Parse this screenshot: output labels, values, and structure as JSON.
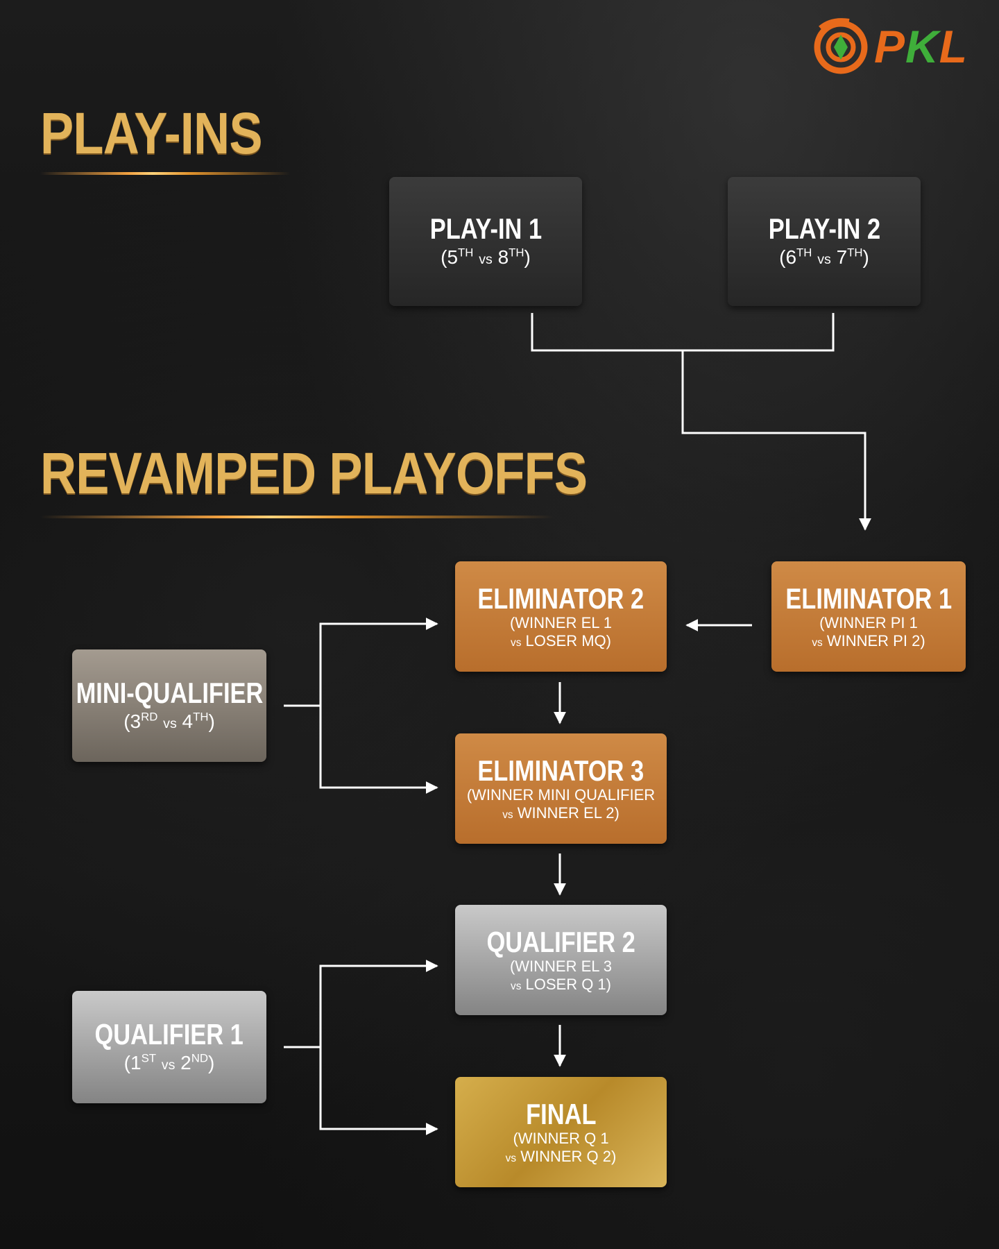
{
  "logo": {
    "prefix": "P",
    "middle": "K",
    "suffix": "L",
    "icon": "kabaddi-swirl-icon",
    "colors": {
      "orange": "#e86a1b",
      "green": "#3fae3a"
    }
  },
  "headings": {
    "playins": "PLAY-INS",
    "playoffs": "REVAMPED PLAYOFFS"
  },
  "vs": "vs",
  "nodes": {
    "playin1": {
      "title": "PLAY-IN 1",
      "a": "5",
      "a_sup": "TH",
      "b": "8",
      "b_sup": "TH"
    },
    "playin2": {
      "title": "PLAY-IN 2",
      "a": "6",
      "a_sup": "TH",
      "b": "7",
      "b_sup": "TH"
    },
    "eliminator1": {
      "title": "ELIMINATOR 1",
      "line1": "(WINNER PI 1",
      "line2": "WINNER PI 2)"
    },
    "eliminator2": {
      "title": "ELIMINATOR 2",
      "line1": "(WINNER EL 1",
      "line2": "LOSER MQ)"
    },
    "eliminator3": {
      "title": "ELIMINATOR 3",
      "line1": "(WINNER MINI QUALIFIER",
      "line2": "WINNER EL 2)"
    },
    "miniqualifier": {
      "title": "MINI-QUALIFIER",
      "a": "3",
      "a_sup": "RD",
      "b": "4",
      "b_sup": "TH"
    },
    "qualifier2": {
      "title": "QUALIFIER 2",
      "line1": "(WINNER EL 3",
      "line2": "LOSER Q 1)"
    },
    "qualifier1": {
      "title": "QUALIFIER 1",
      "a": "1",
      "a_sup": "ST",
      "b": "2",
      "b_sup": "ND"
    },
    "final": {
      "title": "FINAL",
      "line1": "(WINNER Q 1",
      "line2": "WINNER Q 2)"
    }
  },
  "colors": {
    "heading": "#e2b35a",
    "orange": "#c47c3a",
    "connector": "#ffffff"
  }
}
